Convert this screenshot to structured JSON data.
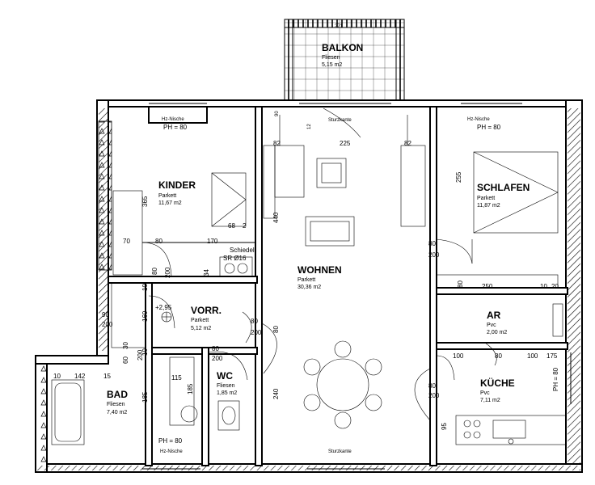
{
  "rooms": {
    "balkon": {
      "name": "BALKON",
      "floor": "Fliesen",
      "area": "5,15 m2"
    },
    "kinder": {
      "name": "KINDER",
      "floor": "Parkett",
      "area": "11,67 m2"
    },
    "wohnen": {
      "name": "WOHNEN",
      "floor": "Parkett",
      "area": "30,36 m2"
    },
    "schlafen": {
      "name": "SCHLAFEN",
      "floor": "Parkett",
      "area": "11,87 m2"
    },
    "vorr": {
      "name": "VORR.",
      "floor": "Parkett",
      "area": "5,12 m2"
    },
    "ar": {
      "name": "AR",
      "floor": "Pvc",
      "area": "2,00 m2"
    },
    "kueche": {
      "name": "KÜCHE",
      "floor": "Pvc",
      "area": "7,11 m2"
    },
    "bad": {
      "name": "BAD",
      "floor": "Fliesen",
      "area": "7,40 m2"
    },
    "wc": {
      "name": "WC",
      "floor": "Fliesen",
      "area": "1,85 m2"
    }
  },
  "labels": {
    "hz_nische": "Hz-Nische",
    "ph80": "PH = 80",
    "ph80_rot": "PH = 80",
    "sturzkante": "Sturzkante",
    "schiedel": "Schiedel",
    "sr16": "SR Ø16",
    "level": "+2,95"
  },
  "dims": {
    "d271": "271",
    "d90": "90",
    "d12": "12",
    "d225": "225",
    "d82a": "82",
    "d82b": "82",
    "d365": "365",
    "d440": "440",
    "d255": "255",
    "d68": "68",
    "d2": "2",
    "d70": "70",
    "d80a": "80",
    "d170": "170",
    "d34": "34",
    "d80b": "80",
    "d200a": "200",
    "d10a": "10",
    "d160": "160",
    "d90b": "90",
    "d200b": "200",
    "d80c": "80",
    "d200c": "200",
    "d80d": "80",
    "d80e": "80",
    "d200d": "200",
    "d80f": "80",
    "d250": "250",
    "d10b": "10",
    "d20": "20",
    "d100": "100",
    "d80g": "80",
    "d100b": "100",
    "d175": "175",
    "d80h": "80",
    "d200e": "200",
    "d10c": "10",
    "d142": "142",
    "d15": "15",
    "d185a": "185",
    "d115": "115",
    "d185b": "185",
    "d80i": "80",
    "d200f": "200",
    "d240": "240",
    "d95": "95",
    "d30": "30",
    "d60": "60",
    "d10d": "10",
    "d200g": "200"
  }
}
